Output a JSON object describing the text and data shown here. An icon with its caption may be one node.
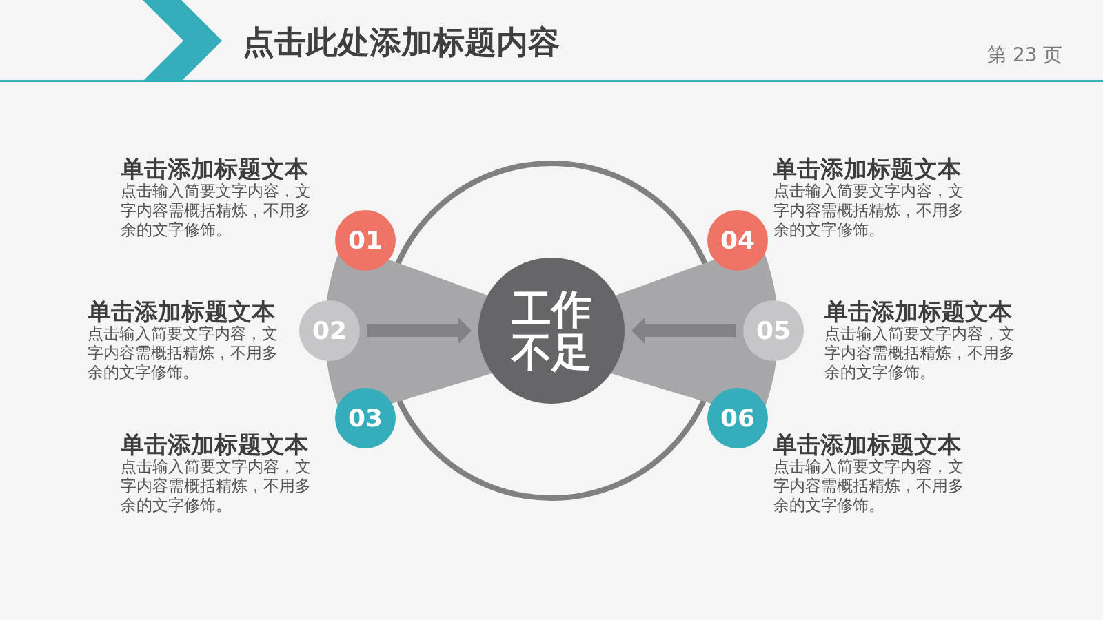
{
  "diagram": {
    "title": "点击此处添加标题内容",
    "nodes": [
      {
        "text": [
          "01"
        ],
        "beside": [
          "单击添加标题文本",
          "点击输入简要文字内容，文字内容需概括精炼，不用多余的文字修饰。"
        ]
      },
      {
        "text": [
          "02"
        ],
        "beside": [
          "单击添加标题文本",
          "点击输入简要文字内容，文字内容需概括精炼，不用多余的文字修饰。"
        ]
      },
      {
        "text": [
          "03"
        ],
        "beside": [
          "单击添加标题文本",
          "点击输入简要文字内容，文字内容需概括精炼，不用多余的文字修饰。"
        ]
      },
      {
        "text": [
          "工作不足"
        ]
      },
      {
        "text": [
          "04"
        ],
        "beside": [
          "单击添加标题文本",
          "点击输入简要文字内容，文字内容需概括精炼，不用多余的文字修饰。"
        ]
      },
      {
        "text": [
          "05"
        ],
        "beside": [
          "单击添加标题文本",
          "点击输入简要文字内容，文字内容需概括精炼，不用多余的文字修饰。"
        ]
      },
      {
        "text": [
          "06"
        ],
        "beside": [
          "单击添加标题文本",
          "点击输入简要文字内容，文字内容需概括精炼，不用多余的文字修饰。"
        ]
      }
    ],
    "edges": [
      {
        "from": 1,
        "to": 3,
        "arrow": "to"
      },
      {
        "from": 5,
        "to": 3,
        "arrow": "to"
      }
    ],
    "labels": [
      "第 23 页"
    ]
  }
}
